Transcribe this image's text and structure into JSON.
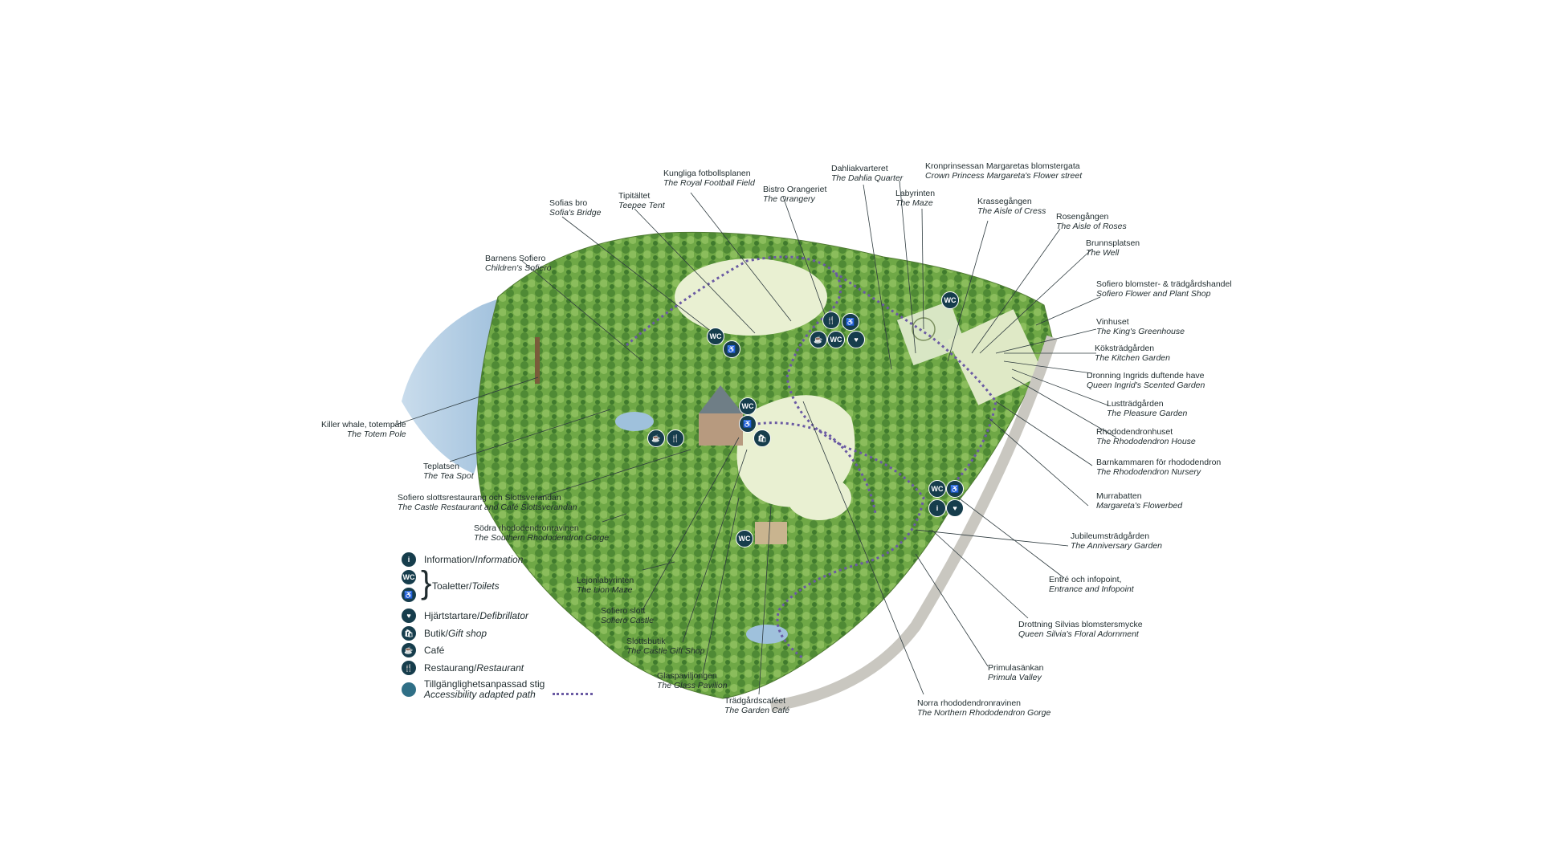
{
  "places": [
    {
      "key": "kungliga",
      "sv": "Kungliga fotbollsplanen",
      "en": "The Royal Football Field"
    },
    {
      "key": "tipitaltet",
      "sv": "Tipitältet",
      "en": "Teepee Tent"
    },
    {
      "key": "sofiasbro",
      "sv": "Sofias bro",
      "en": "Sofia's Bridge"
    },
    {
      "key": "bistro",
      "sv": "Bistro Orangeriet",
      "en": "The Orangery"
    },
    {
      "key": "dahlia",
      "sv": "Dahliakvarteret",
      "en": "The Dahlia Quarter"
    },
    {
      "key": "kronprinsessan",
      "sv": "Kronprinsessan Margaretas blomstergata",
      "en": "Crown Princess Margareta's Flower street"
    },
    {
      "key": "labyrinten",
      "sv": "Labyrinten",
      "en": "The Maze"
    },
    {
      "key": "krasse",
      "sv": "Krassegången",
      "en": "The Aisle of Cress"
    },
    {
      "key": "rosen",
      "sv": "Rosengången",
      "en": "The Aisle of Roses"
    },
    {
      "key": "brunns",
      "sv": "Brunnsplatsen",
      "en": "The Well"
    },
    {
      "key": "barnens",
      "sv": "Barnens Sofiero",
      "en": "Children's Sofiero"
    },
    {
      "key": "blomster",
      "sv": "Sofiero blomster- & trädgårdshandel",
      "en": "Sofiero Flower and Plant Shop"
    },
    {
      "key": "vinhuset",
      "sv": "Vinhuset",
      "en": "The King's Greenhouse"
    },
    {
      "key": "koks",
      "sv": "Köksträdgården",
      "en": "The Kitchen Garden"
    },
    {
      "key": "ingrid",
      "sv": "Dronning Ingrids duftende have",
      "en": "Queen Ingrid's Scented Garden"
    },
    {
      "key": "lust",
      "sv": "Lustträdgården",
      "en": "The Pleasure Garden"
    },
    {
      "key": "rhodohuset",
      "sv": "Rhododendronhuset",
      "en": "The Rhododendron House"
    },
    {
      "key": "killer",
      "sv": "Killer whale, totempåle",
      "en": "The Totem Pole"
    },
    {
      "key": "barnkammaren",
      "sv": "Barnkammaren för rhododendron",
      "en": "The Rhododendron Nursery"
    },
    {
      "key": "teplatsen",
      "sv": "Teplatsen",
      "en": "The Tea Spot"
    },
    {
      "key": "murrabatten",
      "sv": "Murrabatten",
      "en": "Margareta's Flowerbed"
    },
    {
      "key": "slottsrest",
      "sv": "Sofiero slottsrestaurang och Slottsverandan",
      "en": "The Castle Restaurant and Café Slottsverandan"
    },
    {
      "key": "sodra",
      "sv": "Södra rhododendronravinen",
      "en": "The Southern Rhododendron Gorge"
    },
    {
      "key": "jubileum",
      "sv": "Jubileumsträdgården",
      "en": "The Anniversary Garden"
    },
    {
      "key": "lejon",
      "sv": "Lejonlabyrinten",
      "en": "The Lion Maze"
    },
    {
      "key": "entre",
      "sv": "Entré och infopoint,",
      "en": "Entrance and Infopoint"
    },
    {
      "key": "slott",
      "sv": "Sofiero slott",
      "en": "Sofiero Castle"
    },
    {
      "key": "silvia",
      "sv": "Drottning Silvias blomstersmycke",
      "en": "Queen Silvia's Floral Adornment"
    },
    {
      "key": "slottsbutik",
      "sv": "Slottsbutik",
      "en": "The Castle Gift Shop"
    },
    {
      "key": "primula",
      "sv": "Primulasänkan",
      "en": "Primula Valley"
    },
    {
      "key": "glas",
      "sv": "Glaspaviljongen",
      "en": "The Glass Pavilion"
    },
    {
      "key": "tradgardscafe",
      "sv": "Trädgårdscaféet",
      "en": "The Garden Café"
    },
    {
      "key": "norra",
      "sv": "Norra rhododendronravinen",
      "en": "The Northern Rhododendron Gorge"
    }
  ],
  "legend": {
    "info_sv": "Information/",
    "info_en": "Information",
    "toilets_sv": "Toaletter/",
    "toilets_en": "Toilets",
    "defib_sv": "Hjärtstartare/",
    "defib_en": "Defibrillator",
    "shop_sv": "Butik/",
    "shop_en": "Gift shop",
    "cafe": "Café",
    "rest_sv": "Restaurang/",
    "rest_en": "Restaurant",
    "path_sv": "Tillgänglighetsanpassad stig",
    "path_en": "Accessibility adapted path"
  },
  "icons": {
    "wc": "WC",
    "info": "i",
    "accessible": "♿",
    "defib": "♥",
    "shop": "🛍",
    "cafe": "☕",
    "restaurant": "🍴"
  },
  "colors": {
    "icon_bg": "#163d4c",
    "path": "#6a5aa3",
    "tree": "#5f9a3e",
    "lawn": "#e7efd0",
    "sea": "#9fc1dc"
  }
}
